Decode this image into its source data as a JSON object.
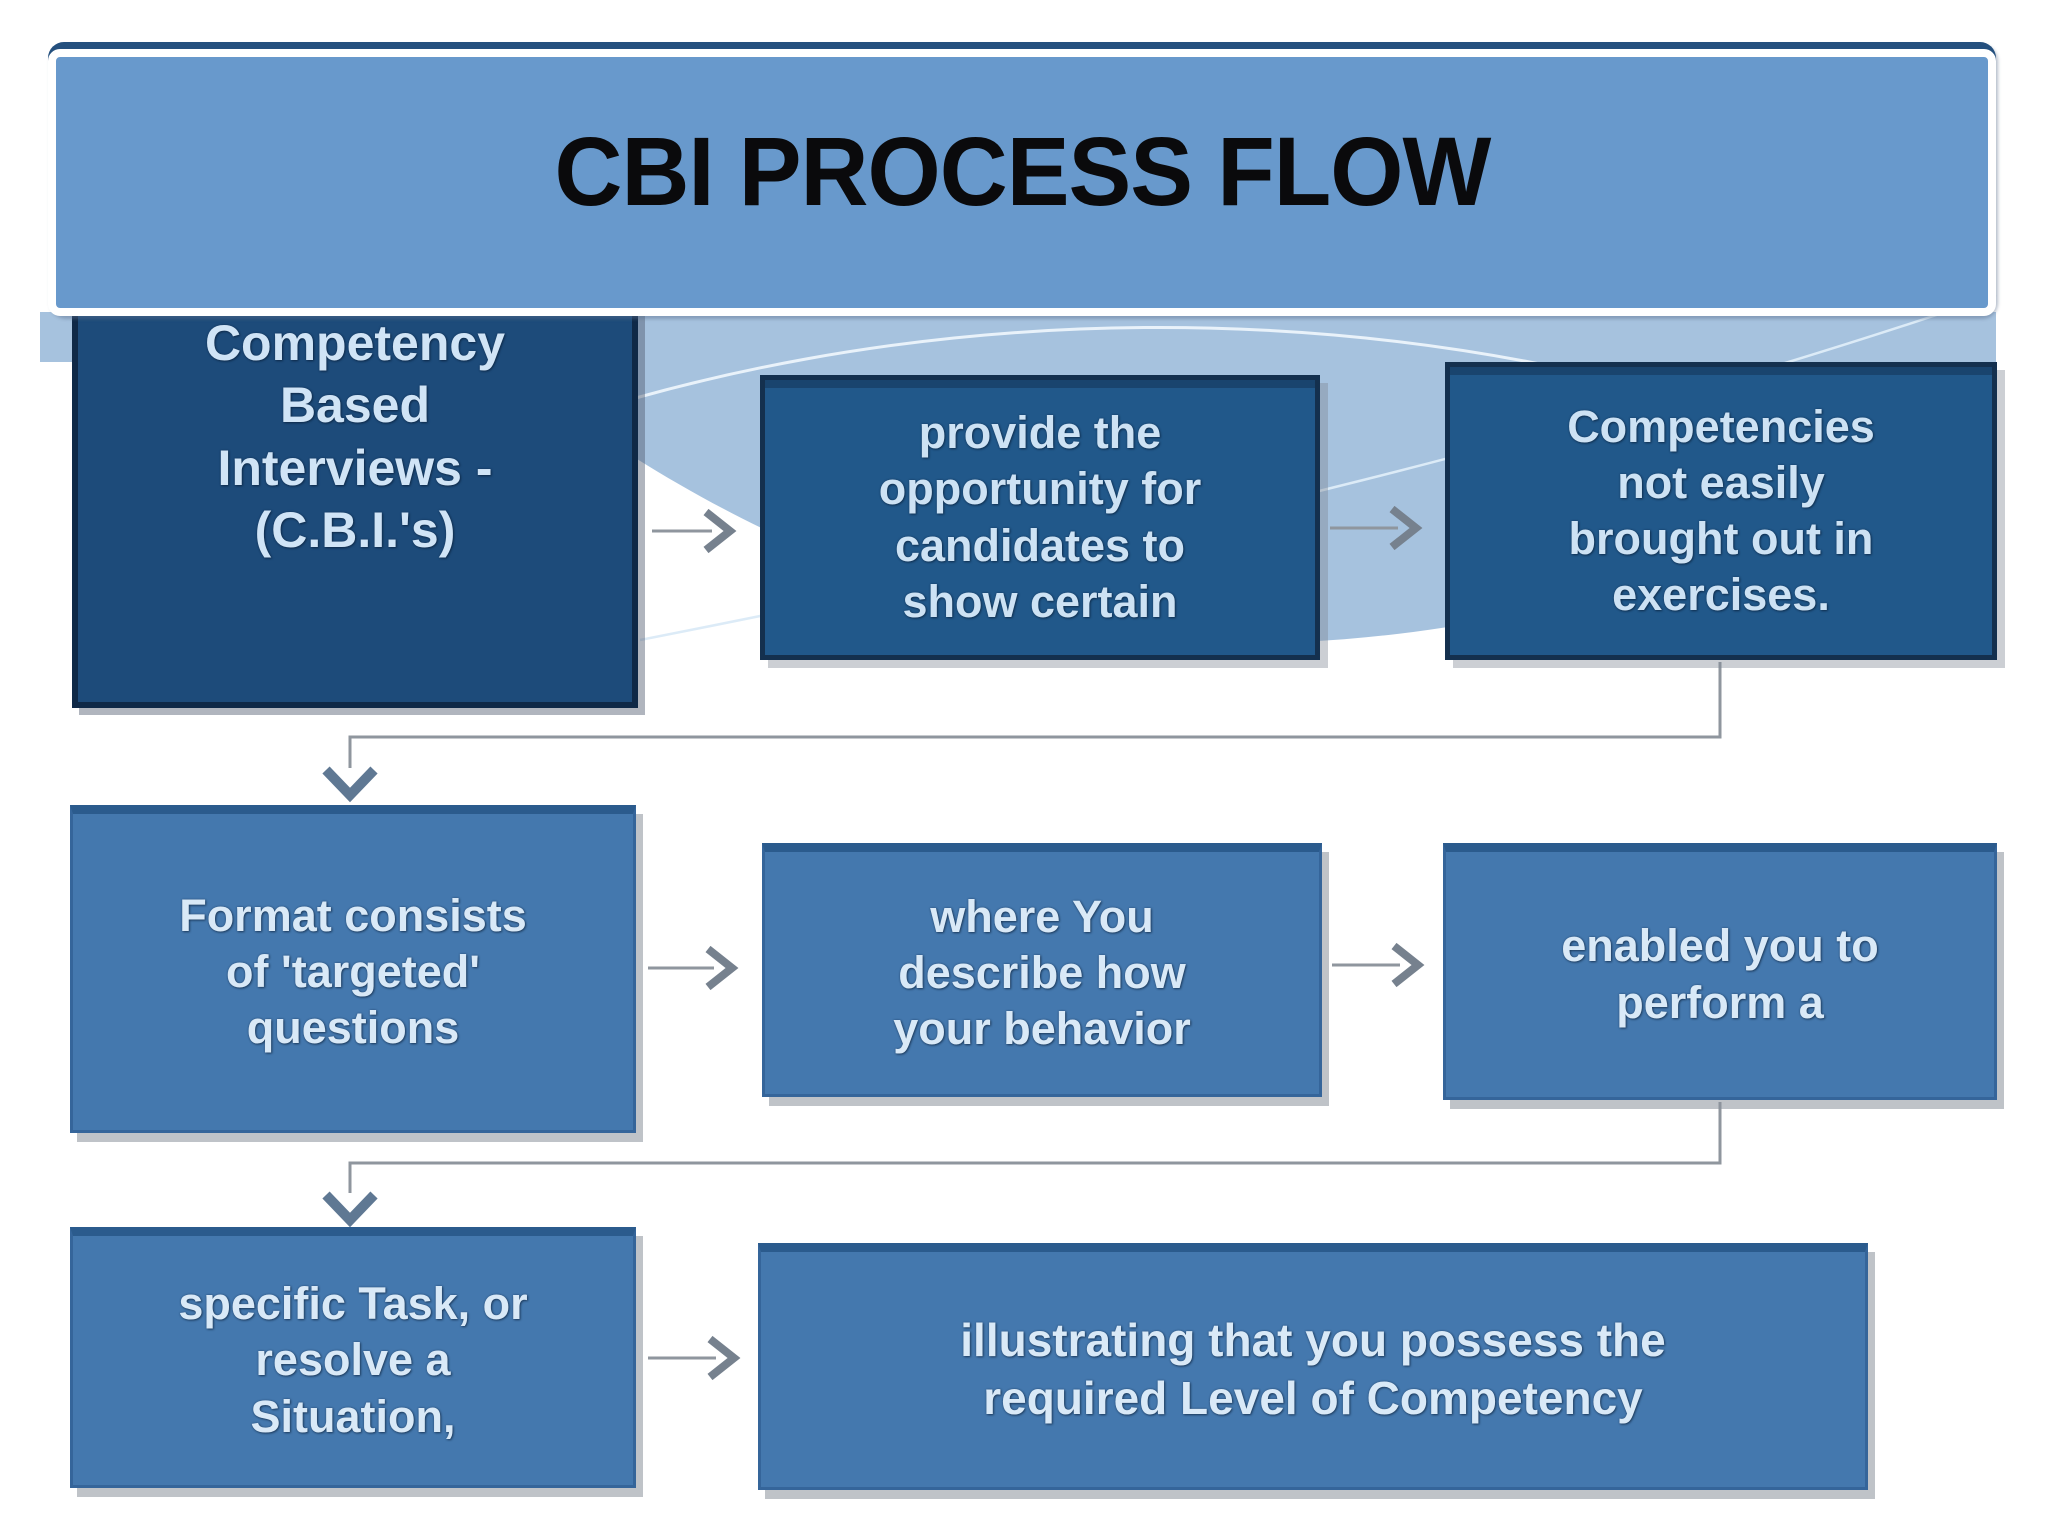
{
  "header": {
    "title": "CBI PROCESS FLOW"
  },
  "flow": {
    "step1": {
      "text": "Competency\nBased\nInterviews -\n(C.B.I.'s)"
    },
    "step2": {
      "text": "provide the\nopportunity for\ncandidates to\nshow certain"
    },
    "step3": {
      "text": "Competencies\nnot easily\nbrought out in\nexercises."
    },
    "step4": {
      "text": "Format consists\nof 'targeted'\nquestions"
    },
    "step5": {
      "text": "where You\ndescribe how\nyour behavior"
    },
    "step6": {
      "text": "enabled you to\nperform a"
    },
    "step7": {
      "text": "specific Task, or\nresolve a\nSituation,"
    },
    "step8": {
      "text": "illustrating that you possess the\nrequired Level of Competency"
    }
  },
  "colors": {
    "header_fill": "#6899cc",
    "header_edge": "#24507e",
    "box_darkest": "#1d4b7a",
    "box_dark": "#21588a",
    "box_mid": "#4478ae",
    "box_text": "#d9e9f7",
    "title_text": "#0a0a0c",
    "band_blue": "#a6c2de",
    "connector_gray": "#8f969e",
    "arrow_steel": "#5f7893"
  }
}
